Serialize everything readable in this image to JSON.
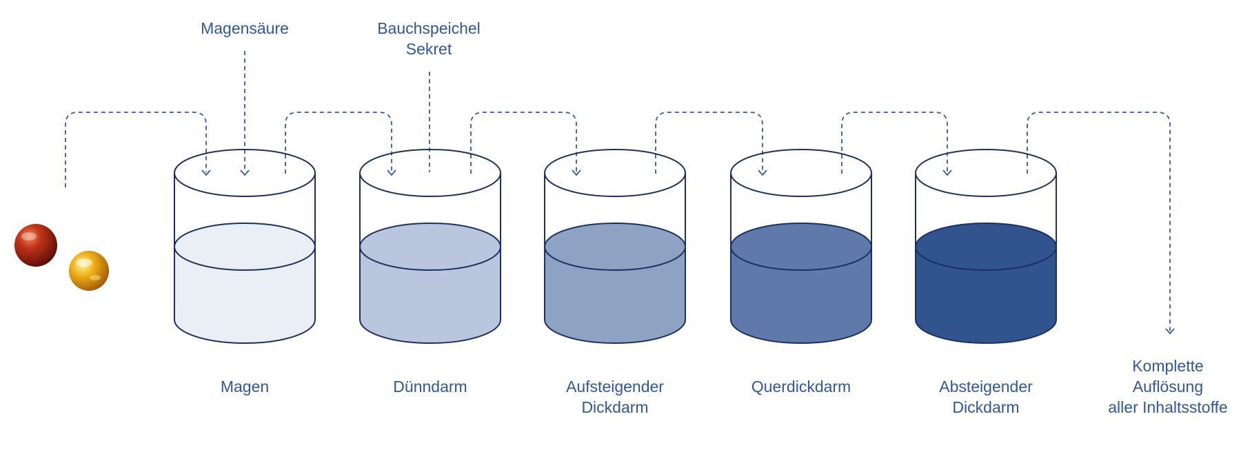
{
  "colors": {
    "line": "#1b2f66",
    "text": "#2f57a0",
    "arrow": "#2f5ca8",
    "fills": [
      "#eaeff6",
      "#bac6de",
      "#8ea2c3",
      "#5f79ab",
      "#31548f"
    ],
    "ball_red": "#c0341a",
    "ball_amber": "#e9a514"
  },
  "inputs": [
    {
      "lines": [
        "Magensäure"
      ]
    },
    {
      "lines": [
        "Bauchspeichel",
        "Sekret"
      ]
    }
  ],
  "vessels": [
    {
      "lines": [
        "Magen"
      ]
    },
    {
      "lines": [
        "Dünndarm"
      ]
    },
    {
      "lines": [
        "Aufsteigender",
        "Dickdarm"
      ]
    },
    {
      "lines": [
        "Querdickdarm"
      ]
    },
    {
      "lines": [
        "Absteigender",
        "Dickdarm"
      ]
    }
  ],
  "result": {
    "lines": [
      "Komplette",
      "Auflösung",
      "aller Inhaltsstoffe"
    ]
  },
  "icons": [
    "tablet-red-sphere-icon",
    "capsule-amber-sphere-icon"
  ]
}
